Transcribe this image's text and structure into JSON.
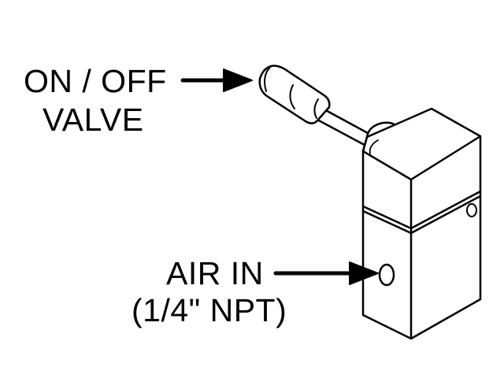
{
  "labels": {
    "valve_line1": "ON / OFF",
    "valve_line2": "VALVE",
    "air_line1": "AIR IN",
    "air_line2": "(1/4\" NPT)"
  },
  "colors": {
    "ink": "#000000",
    "background": "#ffffff"
  }
}
